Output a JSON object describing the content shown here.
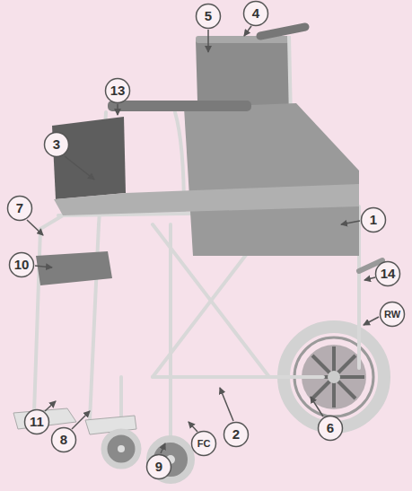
{
  "diagram": {
    "nodes": [
      {
        "text": [
          "5"
        ]
      },
      {
        "text": [
          "4"
        ]
      },
      {
        "text": [
          "13"
        ]
      },
      {
        "text": [
          "3"
        ]
      },
      {
        "text": [
          "7"
        ]
      },
      {
        "text": [
          "1"
        ]
      },
      {
        "text": [
          "10"
        ]
      },
      {
        "text": [
          "14"
        ]
      },
      {
        "text": [
          "RW"
        ]
      },
      {
        "text": [
          "11"
        ]
      },
      {
        "text": [
          "8"
        ]
      },
      {
        "text": [
          "2"
        ]
      },
      {
        "text": [
          "6"
        ]
      },
      {
        "text": [
          "FC"
        ]
      },
      {
        "text": [
          "9"
        ]
      }
    ]
  }
}
